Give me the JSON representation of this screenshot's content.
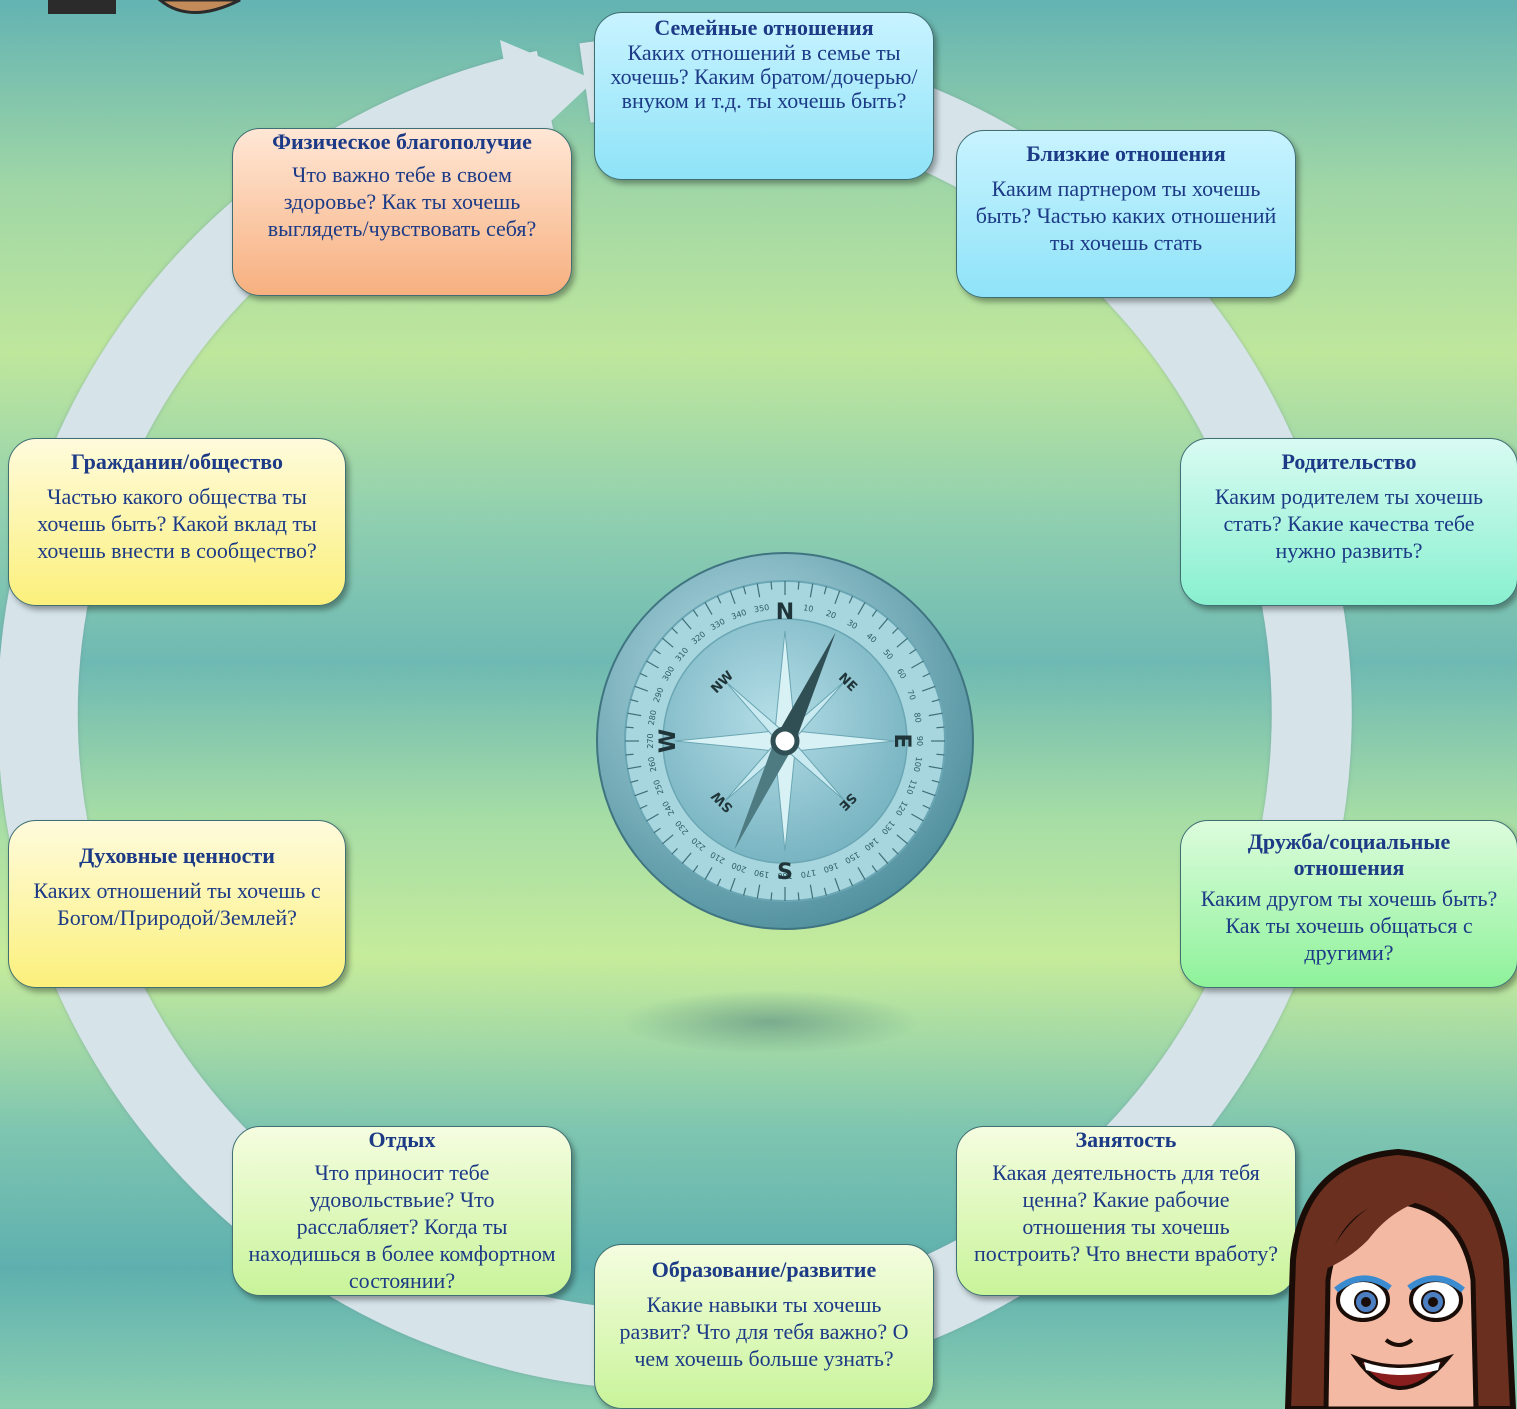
{
  "boxes": {
    "family": {
      "title": "Семейные отношения",
      "text": "Каких отношений в семье ты хочешь? Каким братом/дочерью/внуком и т.д. ты хочешь быть?"
    },
    "intimate": {
      "title": "Близкие отношения",
      "text": "Каким партнером ты хочешь быть? Частью каких отношений ты хочешь стать"
    },
    "parenting": {
      "title": "Родительство",
      "text": "Каким родителем ты хочешь стать? Какие качества тебе нужно развить?"
    },
    "friendship": {
      "title": "Дружба/социальные отношения",
      "text": "Каким другом ты хочешь быть? Как ты хочешь общаться с другими?"
    },
    "employment": {
      "title": "Занятость",
      "text": "Какая деятельность для тебя ценна? Какие рабочие отношения ты хочешь построить? Что внести вработу?"
    },
    "education": {
      "title": "Образование/развитие",
      "text": "Какие навыки ты хочешь развит? Что для тебя важно? О чем хочешь больше узнать?"
    },
    "leisure": {
      "title": "Отдых",
      "text": "Что приносит тебе удовольствьие? Что расслабляет? Когда ты находишься в более комфортном состоянии?"
    },
    "spiritual": {
      "title": "Духовные ценности",
      "text": "Каких отношений ты хочешь с Богом/Природой/Землей?"
    },
    "citizenship": {
      "title": "Гражданин/общество",
      "text": "Частью какого общества ты хочешь быть? Какой вклад ты хочешь внести в сообщество?"
    },
    "physical": {
      "title": "Физическое благополучие",
      "text": "Что важно тебе в своем здоровье? Как ты хочешь выглядеть/чувствовать себя?"
    }
  },
  "compass": {
    "labels": {
      "n": "N",
      "e": "E",
      "s": "S",
      "w": "W",
      "ne": "NE",
      "nw": "NW",
      "se": "SE",
      "sw": "SW"
    },
    "degrees": [
      "350",
      "10",
      "20",
      "30",
      "40",
      "50",
      "60",
      "70",
      "80",
      "90",
      "100",
      "110",
      "120",
      "130",
      "140",
      "150",
      "160",
      "170",
      "180",
      "190",
      "200",
      "210",
      "220",
      "230",
      "240",
      "250",
      "260",
      "270",
      "280",
      "290",
      "300",
      "310",
      "320",
      "330",
      "340"
    ]
  },
  "colors": {
    "ring": "#d6e4ea",
    "title_text": "#1c3a86",
    "compass_face": "#8fc6d2",
    "compass_rim": "#5c9aa8"
  },
  "icons": {
    "compass": "compass-icon",
    "avatar": "cartoon-woman-avatar",
    "corner": "cartoon-character-fragment"
  }
}
